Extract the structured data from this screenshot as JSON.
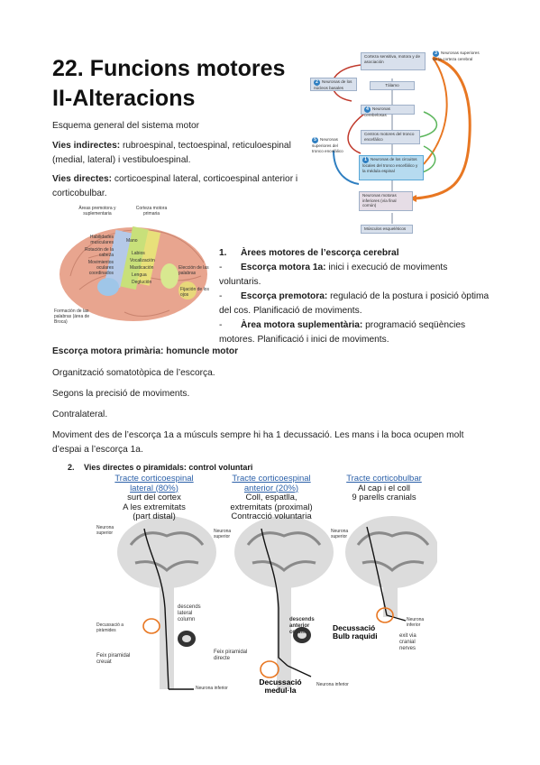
{
  "title": "22. Funcions motores II-Alteracions",
  "intro": "Esquema general del sistema motor",
  "vies_indirectes": {
    "label": "Vies indirectes:",
    "text": " rubroespinal, tectoespinal, reticuloespinal (medial, lateral) i vestibuloespinal."
  },
  "vies_directes": {
    "label": "Vies directes:",
    "text": " corticoespinal lateral, corticoespinal anterior i corticobulbar."
  },
  "flow_diagram": {
    "boxes": [
      "Corteza sensitiva, motora y de asociación",
      "Neuronas de los núcleos basales",
      "Tálamo",
      "Neuronas cerebelosas",
      "Centros motores del tronco encefálico",
      "Neuronas de los circuitos locales del tronco encefálico y la médula espinal",
      "Neuronas motoras inferiores (vía final común)",
      "Músculos esqueléticos"
    ],
    "side_labels": [
      "Neuronas superiores de la corteza cerebral",
      "Neuronas superiores del tronco encefálico"
    ],
    "numbers": [
      "1",
      "2",
      "3",
      "4",
      "5"
    ]
  },
  "brain_areas": {
    "labels": [
      "Àreas premotora y suplementaria",
      "Corteza motora primaria",
      "Habilidades musculares",
      "Rotación de la cabeza",
      "Movimientos oculares coordinados",
      "Formación de las palabras (área de Broca)",
      "Mano",
      "Labios",
      "Vocalización",
      "Masticación",
      "Lengua",
      "Deglución",
      "Elección de las palabras",
      "Fijación de los ojos"
    ]
  },
  "list1": {
    "heading_num": "1.",
    "heading": "Àrees motores de l’escorça cerebral",
    "items": [
      {
        "label": "Escorça motora 1a:",
        "text": " inici i execució de moviments voluntaris."
      },
      {
        "label": "Escorça premotora:",
        "text": " regulació de la postura i posició òptima del cos. Planificació de moviments."
      },
      {
        "label": "Àrea motora suplementària:",
        "text": " programació seqüències motores. Planificació i inici de moviments."
      }
    ]
  },
  "homuncle": {
    "heading": "Escorça motora primària: homuncle motor",
    "p1": "Organització somatotòpica de l’escorça.",
    "p2": "Segons la precisió de moviments.",
    "p3": "Contralateral.",
    "p4": "Moviment des de l’escorça 1a a músculs sempre hi ha 1 decussació. Les mans i la boca ocupen molt d’espai a l’escorça 1a."
  },
  "list2": {
    "num": "2.",
    "heading": "Vies directes o piramidals: control voluntari"
  },
  "tracts": [
    {
      "title1": "Tracte corticoespinal",
      "title2": "lateral (80%)",
      "desc": [
        "surt del cortex",
        "A les extremitats",
        "(part distal)"
      ],
      "labels": [
        "Neurona superior",
        "Decussació a piràmides",
        "descends lateral column",
        "Feix piramidal creuat",
        "Neurona inferior"
      ]
    },
    {
      "title1": "Tracte corticoespinal",
      "title2": "anterior (20%)",
      "desc": [
        "Coll, espatlla,",
        "extremitats (proximal)",
        "Contracció voluntaria"
      ],
      "labels": [
        "Neurona superior",
        "descends anterior column",
        "Feix piramidal directe",
        "Decussació medul·la",
        "Neurona inferior"
      ]
    },
    {
      "title1": "Tracte corticobulbar",
      "title2": "",
      "desc": [
        "Al cap i el coll",
        "9 parells cranials"
      ],
      "labels": [
        "Neurona superior",
        "Decussació Bulb raquidi",
        "exit via cranial nerves",
        "Neurona inferior"
      ]
    }
  ],
  "colors": {
    "accent_orange": "#e87722",
    "flow_blue": "#2f7fc1",
    "flow_green": "#5ab55a",
    "flow_red": "#c0392b"
  }
}
